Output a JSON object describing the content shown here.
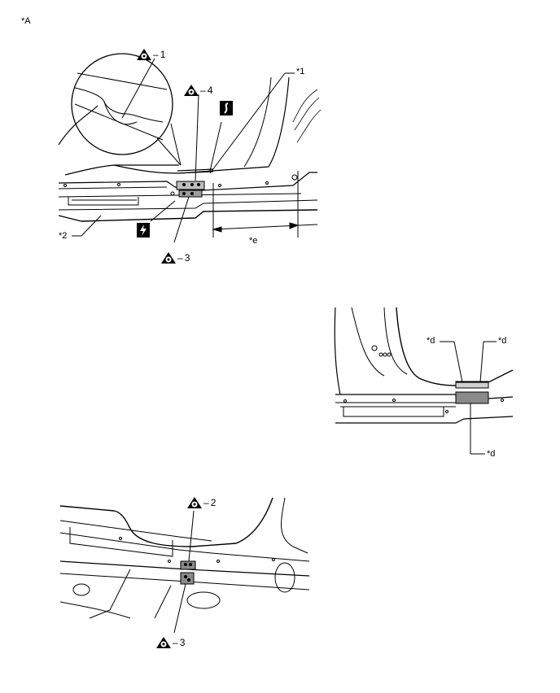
{
  "header": {
    "code": "*A"
  },
  "callouts": {
    "c1": "*1",
    "c2": "*2",
    "ce": "*e",
    "d1": "*d",
    "d2": "*d",
    "d3": "*d"
  },
  "steps": {
    "s1": "1",
    "s4": "4",
    "s3a": "3",
    "s2": "2",
    "s3b": "3"
  },
  "icons": {
    "step_marker": "triangle-weld-marker-icon",
    "spot_weld": "spot-weld-icon",
    "arc_weld": "arc-weld-icon"
  }
}
